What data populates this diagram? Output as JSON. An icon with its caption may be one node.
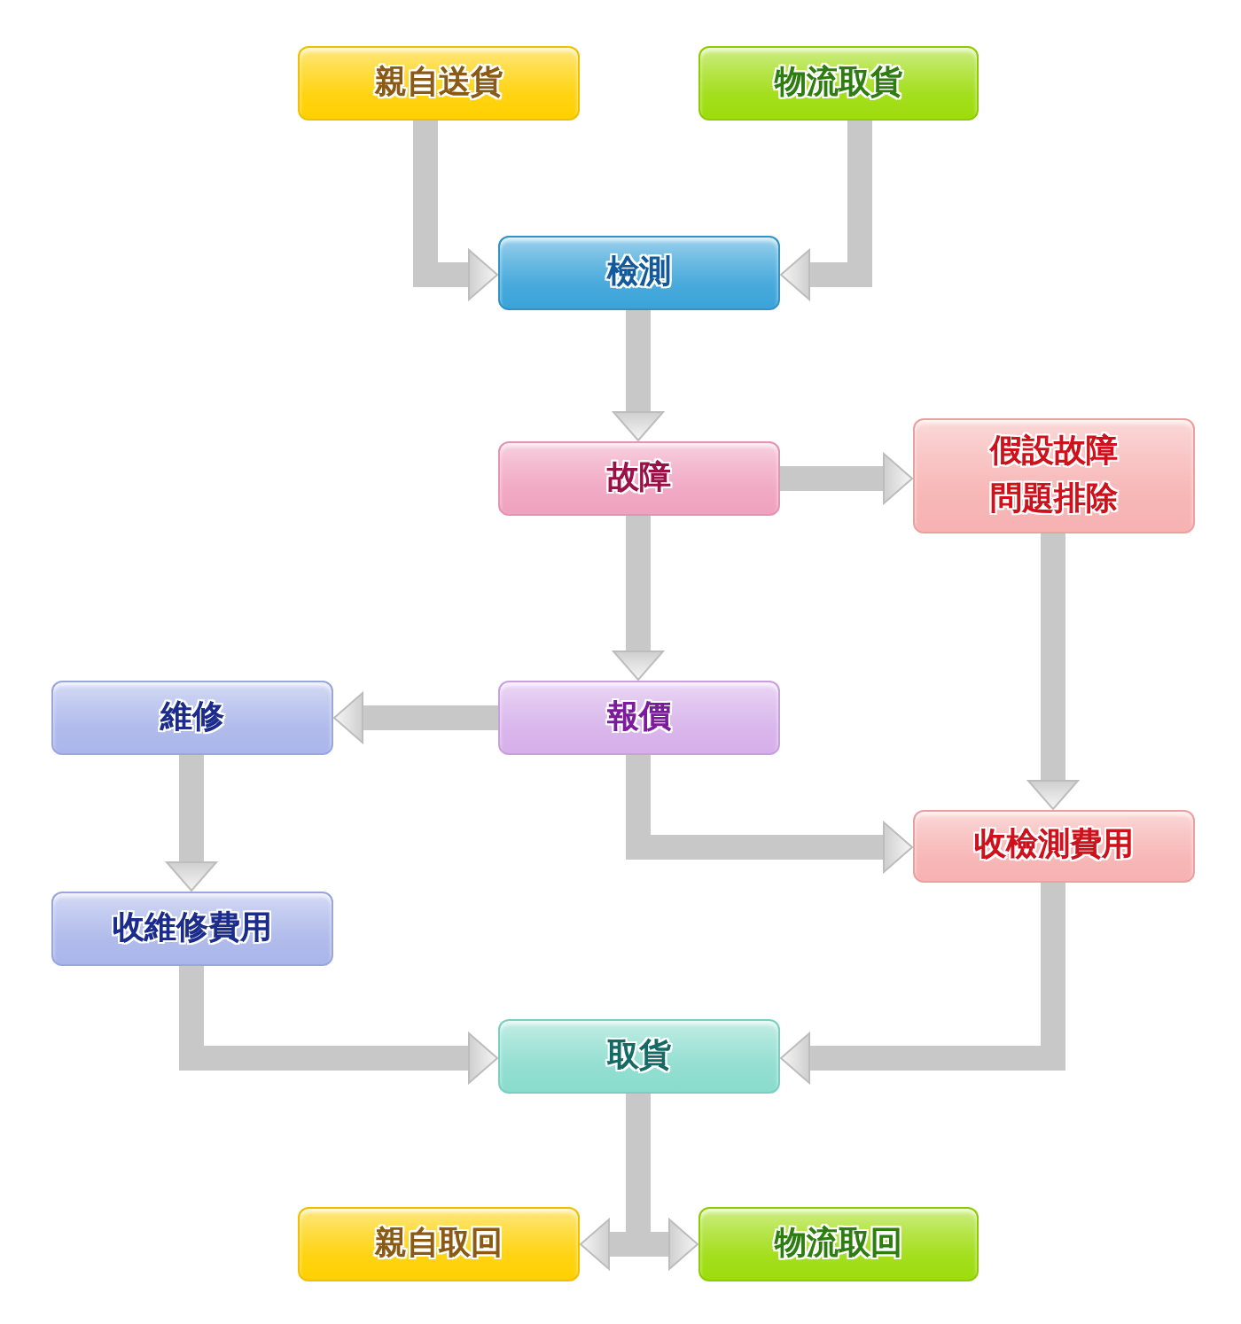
{
  "diagram": {
    "nodes": [
      {
        "text": [
          "親自送貨"
        ]
      },
      {
        "text": [
          "物流取貨"
        ]
      },
      {
        "text": [
          "檢測"
        ]
      },
      {
        "text": [
          "故障"
        ]
      },
      {
        "text": [
          "假設故障問題排除"
        ]
      },
      {
        "text": [
          "維修"
        ]
      },
      {
        "text": [
          "報價"
        ]
      },
      {
        "text": [
          "收維修費用"
        ]
      },
      {
        "text": [
          "收檢測費用"
        ]
      },
      {
        "text": [
          "取貨"
        ]
      },
      {
        "text": [
          "親自取回"
        ]
      },
      {
        "text": [
          "物流取回"
        ]
      }
    ],
    "edges": [
      {
        "from": 0,
        "to": 2,
        "arrow": "to"
      },
      {
        "from": 1,
        "to": 2,
        "arrow": "to"
      },
      {
        "from": 2,
        "to": 3,
        "arrow": "to"
      },
      {
        "from": 3,
        "to": 4,
        "arrow": "to"
      },
      {
        "from": 3,
        "to": 6,
        "arrow": "to"
      },
      {
        "from": 6,
        "to": 5,
        "arrow": "to"
      },
      {
        "from": 4,
        "to": 8,
        "arrow": "to"
      },
      {
        "from": 6,
        "to": 8,
        "arrow": "to"
      },
      {
        "from": 5,
        "to": 7,
        "arrow": "to"
      },
      {
        "from": 7,
        "to": 9,
        "arrow": "to"
      },
      {
        "from": 8,
        "to": 9,
        "arrow": "to"
      },
      {
        "from": 9,
        "to": 10,
        "arrow": "to"
      },
      {
        "from": 9,
        "to": 11,
        "arrow": "to"
      }
    ]
  }
}
